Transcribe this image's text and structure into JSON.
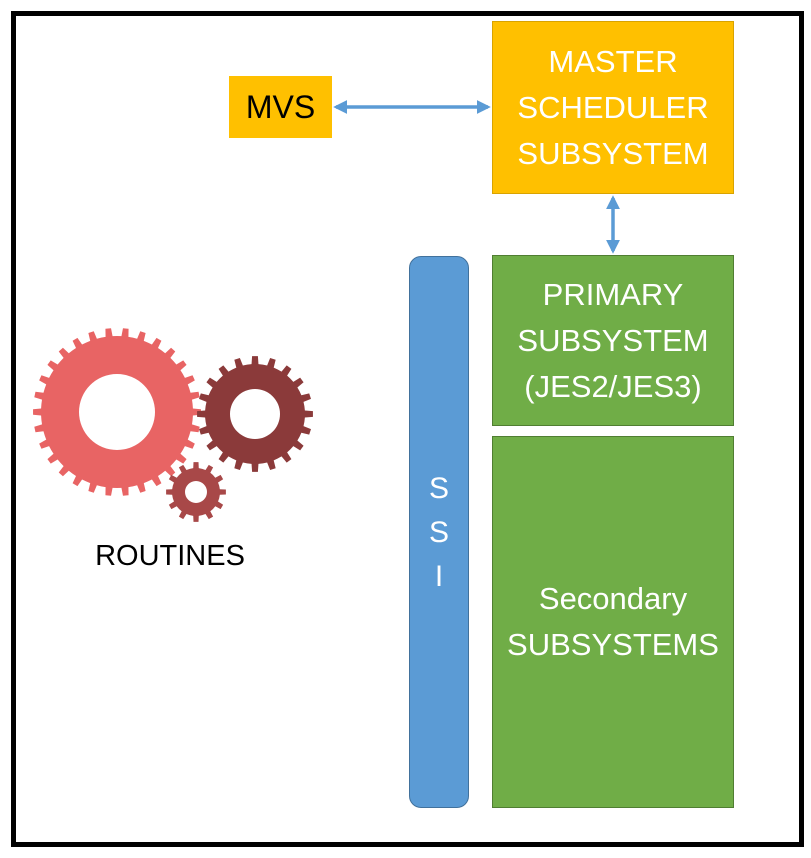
{
  "diagram": {
    "mvs": {
      "label": "MVS"
    },
    "master_scheduler": {
      "lines": [
        "MASTER",
        "SCHEDULER",
        "SUBSYSTEM"
      ]
    },
    "primary_subsystem": {
      "lines": [
        "PRIMARY",
        "SUBSYSTEM",
        "(JES2/JES3)"
      ]
    },
    "secondary_subsystems": {
      "lines": [
        "Secondary",
        "SUBSYSTEMS"
      ]
    },
    "ssi": {
      "letters": [
        "S",
        "S",
        "I"
      ]
    },
    "routines": {
      "label": "ROUTINES"
    }
  },
  "colors": {
    "yellow_box": "#ffc000",
    "green_box": "#70ad47",
    "blue_bar": "#5b9bd5",
    "arrow": "#5b9bd5",
    "gear_large": "#e86464",
    "gear_dark": "#8b3a3a",
    "gear_small": "#a84848"
  }
}
